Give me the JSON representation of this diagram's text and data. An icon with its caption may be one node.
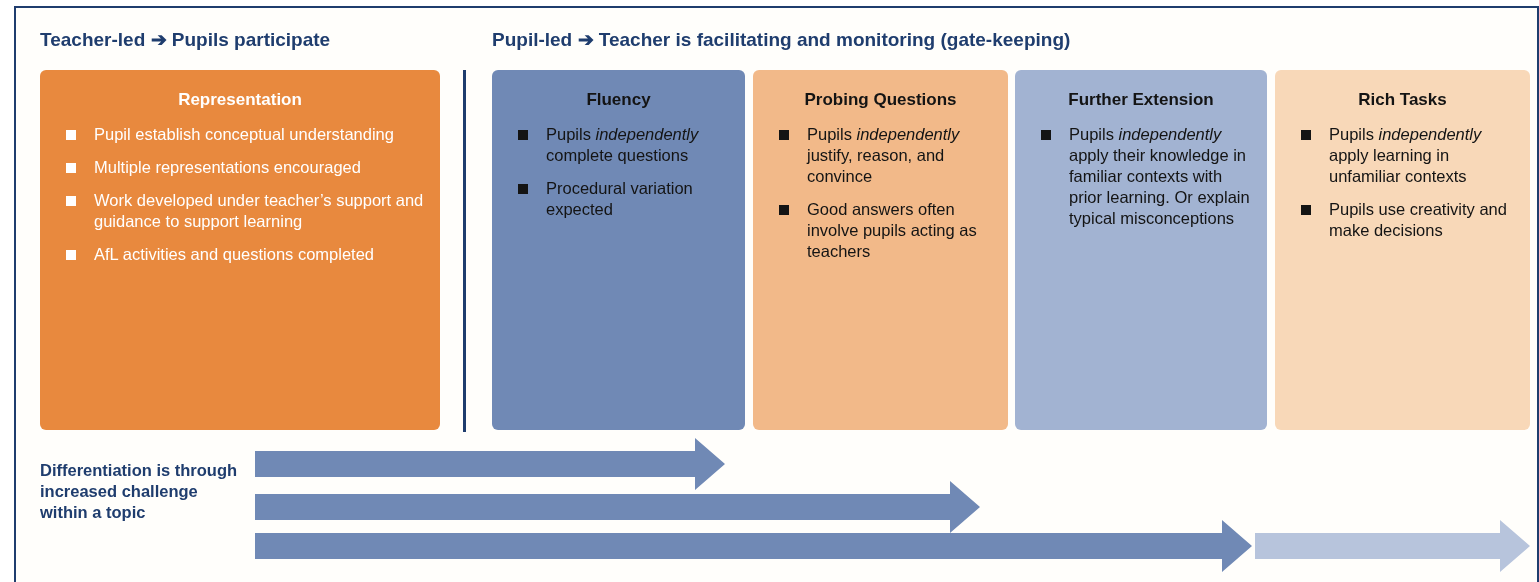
{
  "diagram": {
    "nodes": [
      {
        "text": [
          "Representation",
          "Pupil establish conceptual understanding",
          "Multiple representations encouraged",
          "Work developed under teacher’s support and guidance to support learning",
          "AfL activities and questions completed"
        ]
      },
      {
        "text": [
          "Fluency",
          "Pupils *independently* complete questions",
          "Procedural variation expected"
        ]
      },
      {
        "text": [
          "Probing Questions",
          "Pupils *independently* justify, reason, and convince",
          "Good answers often involve pupils acting as teachers"
        ]
      },
      {
        "text": [
          "Further Extension",
          "Pupils *independently* apply their knowledge in familiar contexts with prior learning. Or explain typical misconceptions"
        ]
      },
      {
        "text": [
          "Rich Tasks",
          "Pupils *independently* apply learning in unfamiliar contexts",
          "Pupils use creativity and make decisions"
        ]
      }
    ],
    "labels": [
      "Teacher-led ➔ Pupils participate",
      "Pupil-led ➔ Teacher is facilitating and monitoring (gate-keeping)",
      "Differentiation is through increased challenge within a topic"
    ]
  }
}
